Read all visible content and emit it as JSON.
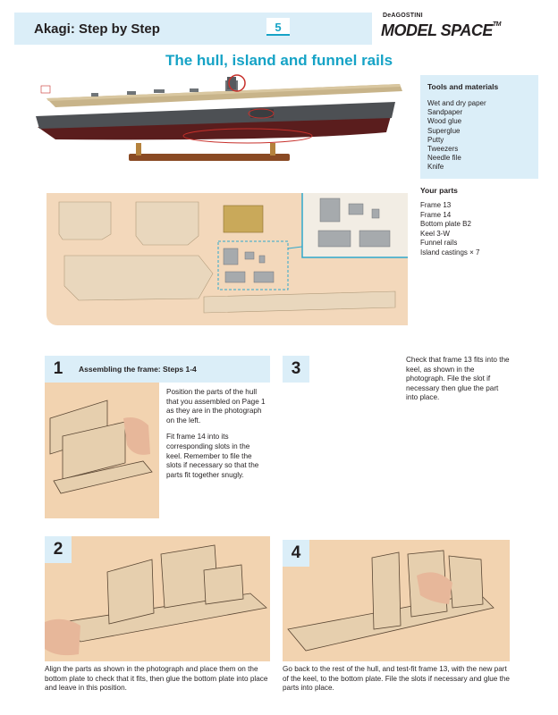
{
  "header": {
    "title": "Akagi: Step by Step",
    "page_number": "5",
    "brand_small": "DeAGOSTINI",
    "brand_main": "MODEL SPACE",
    "brand_tm": "TM"
  },
  "title": "The hull, island and funnel rails",
  "tools": {
    "heading": "Tools and materials",
    "items": [
      "Wet and dry paper",
      "Sandpaper",
      "Wood glue",
      "Superglue",
      "Putty",
      "Tweezers",
      "Needle file",
      "Knife"
    ]
  },
  "parts": {
    "heading": "Your parts",
    "items": [
      "Frame 13",
      "Frame 14",
      "Bottom plate B2",
      "Keel 3-W",
      "Funnel rails",
      "Island castings × 7"
    ]
  },
  "steps": {
    "s1": {
      "number": "1",
      "heading": "Assembling the frame: Steps 1-4",
      "para1": "Position the parts of the hull that you assembled on Page 1 as they are in the photograph on the left.",
      "para2": "Fit frame 14 into its corresponding slots in the keel. Remember to file the slots if necessary so that the parts fit together snugly."
    },
    "s2": {
      "number": "2",
      "text": "Align the parts as shown in the photograph and place them on the bottom plate to check that it fits, then glue the bottom plate into place and leave in this position."
    },
    "s3": {
      "number": "3",
      "text": "Check that frame 13 fits into the keel, as shown in the photograph. File the slot if necessary then glue the part into place."
    },
    "s4": {
      "number": "4",
      "text": "Go back to the rest of the hull, and test-fit frame 13, with the new part of the keel, to the bottom plate. File the slots if necessary and glue the parts into place."
    }
  },
  "colors": {
    "accent": "#16a3c6",
    "band": "#dbeef8",
    "wood": "#e9d7bd",
    "background_photo": "#f2d3b0"
  }
}
